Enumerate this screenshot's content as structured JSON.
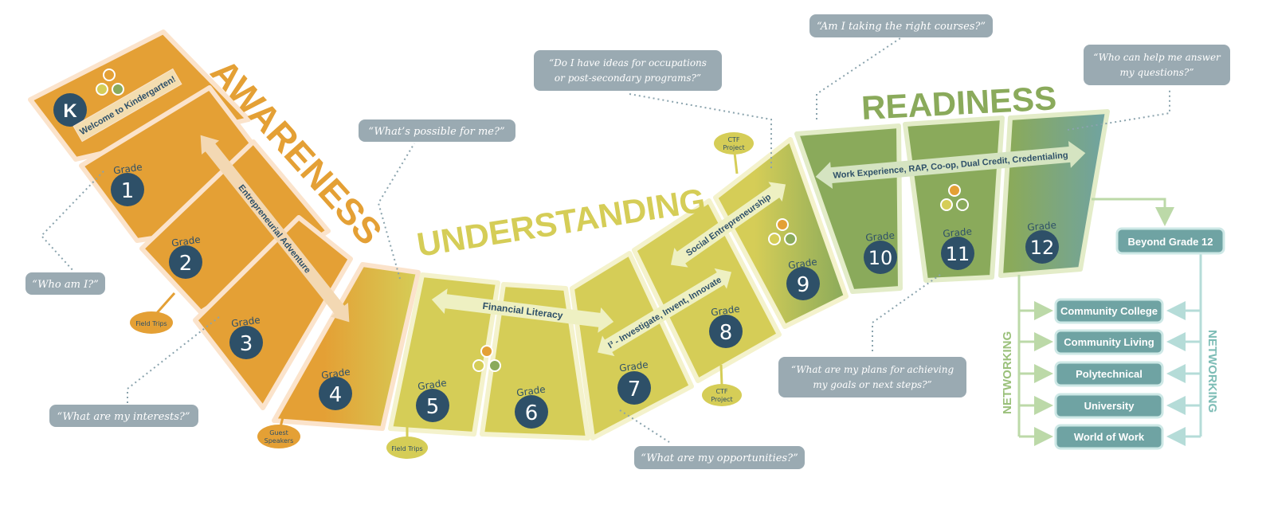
{
  "phases": {
    "awareness": "AWARENESS",
    "understanding": "UNDERSTANDING",
    "readiness": "READINESS"
  },
  "kindergarten": {
    "letter": "K",
    "welcome": "Welcome to Kindergarten!"
  },
  "grade_word": "Grade",
  "grades": [
    "1",
    "2",
    "3",
    "4",
    "5",
    "6",
    "7",
    "8",
    "9",
    "10",
    "11",
    "12"
  ],
  "arrows": {
    "entrepreneurial": "Entrepreneurial Adventure",
    "financial": "Financial Literacy",
    "i3": "I³ - Investigate, Invent, Innovate",
    "social": "Social Entrepreneurship",
    "work": "Work Experience, RAP, Co-op, Dual Credit, Credentialing"
  },
  "tags": {
    "field_trips_a": "Field Trips",
    "guest_speakers": [
      "Guest",
      "Speakers"
    ],
    "field_trips_b": "Field Trips",
    "ctf_top": [
      "CTF",
      "Project"
    ],
    "ctf_bottom": [
      "CTF",
      "Project"
    ]
  },
  "questions": {
    "who_am_i": "“Who am I?”",
    "interests": "“What are my interests?”",
    "possible": "“What’s possible for me?”",
    "ideas": [
      "“Do I have ideas for occupations",
      "or post-secondary programs?”"
    ],
    "opportunities": "“What are my opportunities?”",
    "courses": "“Am I taking the right courses?”",
    "plans": [
      "“What are my plans for achieving",
      "my goals or next steps?”"
    ],
    "help": [
      "“Who can help me answer",
      "my questions?”"
    ]
  },
  "beyond": {
    "title": "Beyond Grade 12",
    "options": [
      "Community College",
      "Community Living",
      "Polytechnical",
      "University",
      "World of Work"
    ],
    "networking": "NETWORKING"
  },
  "colors": {
    "awareness": "#e4a035",
    "understanding": "#d5cd57",
    "readiness": "#8aaa5b",
    "teal": "#6fa3a3",
    "navy": "#2e5068",
    "question_box": "#9aaab2",
    "arrow_light": "#eef0c2"
  }
}
